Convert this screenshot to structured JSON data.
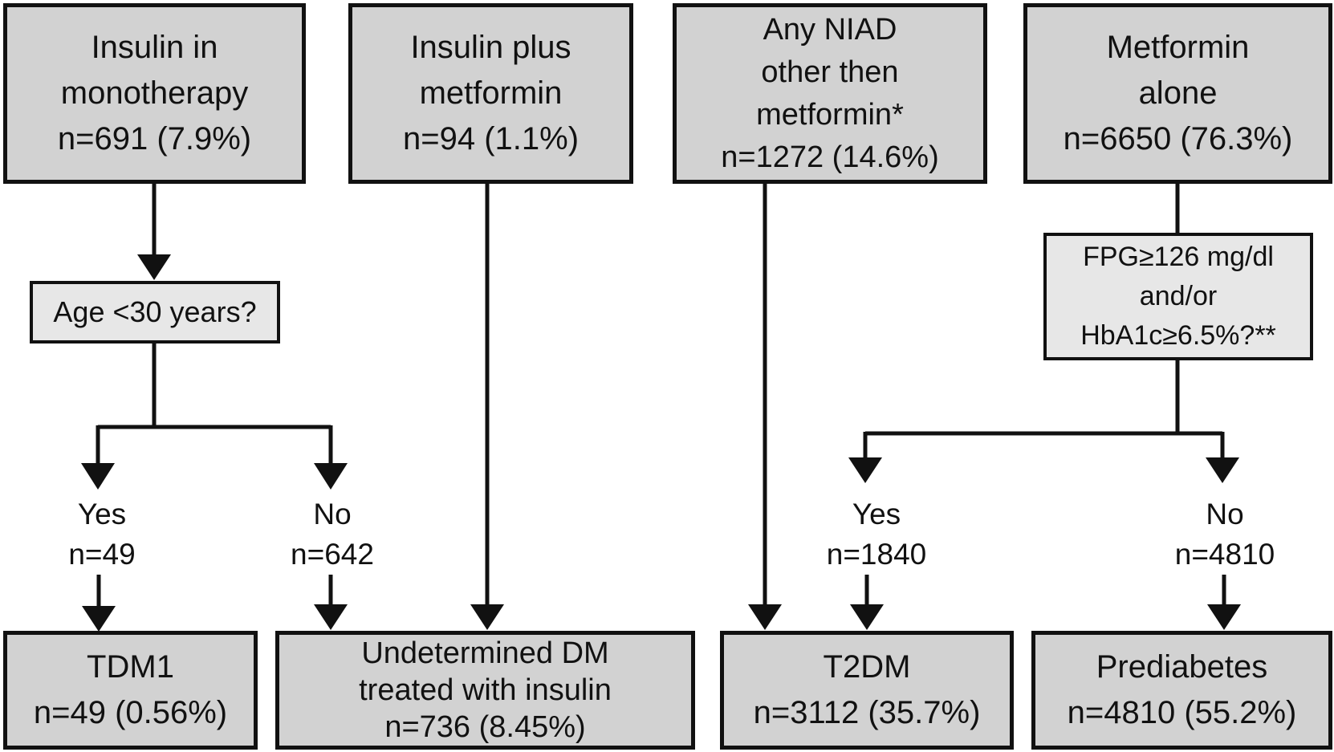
{
  "figure": {
    "description": "Flowchart classifying diabetes types by glucose-lowering treatment",
    "colors": {
      "node_fill": "#d2d2d2",
      "decision_fill": "#e7e7e7",
      "border": "#111111",
      "line": "#111111",
      "background": "#ffffff"
    },
    "top_row": [
      {
        "id": "insulin-monotherapy",
        "lines": [
          "Insulin in",
          "monotherapy",
          "n=691 (7.9%)"
        ]
      },
      {
        "id": "insulin-plus-metformin",
        "lines": [
          "Insulin plus",
          "metformin",
          "n=94 (1.1%)"
        ]
      },
      {
        "id": "any-niad-other-than-metformin",
        "lines": [
          "Any NIAD",
          "other then",
          "metformin*",
          "n=1272 (14.6%)"
        ]
      },
      {
        "id": "metformin-alone",
        "lines": [
          "Metformin",
          "alone",
          "n=6650 (76.3%)"
        ]
      }
    ],
    "decisions": [
      {
        "id": "age-question",
        "lines": [
          "Age <30 years?"
        ]
      },
      {
        "id": "glycemia-question",
        "lines": [
          "FPG≥126 mg/dl",
          "and/or",
          "HbA1c≥6.5%?**"
        ]
      }
    ],
    "branches": [
      {
        "id": "age-yes",
        "label": "Yes",
        "count": "n=49"
      },
      {
        "id": "age-no",
        "label": "No",
        "count": "n=642"
      },
      {
        "id": "glycemia-yes",
        "label": "Yes",
        "count": "n=1840"
      },
      {
        "id": "glycemia-no",
        "label": "No",
        "count": "n=4810"
      }
    ],
    "outcomes": [
      {
        "id": "tdm1",
        "lines": [
          "TDM1",
          "n=49 (0.56%)"
        ]
      },
      {
        "id": "undetermined-dm",
        "lines": [
          "Undetermined DM",
          "treated with insulin",
          "n=736 (8.45%)"
        ]
      },
      {
        "id": "t2dm",
        "lines": [
          "T2DM",
          "n=3112 (35.7%)"
        ]
      },
      {
        "id": "prediabetes",
        "lines": [
          "Prediabetes",
          "n=4810 (55.2%)"
        ]
      }
    ]
  }
}
